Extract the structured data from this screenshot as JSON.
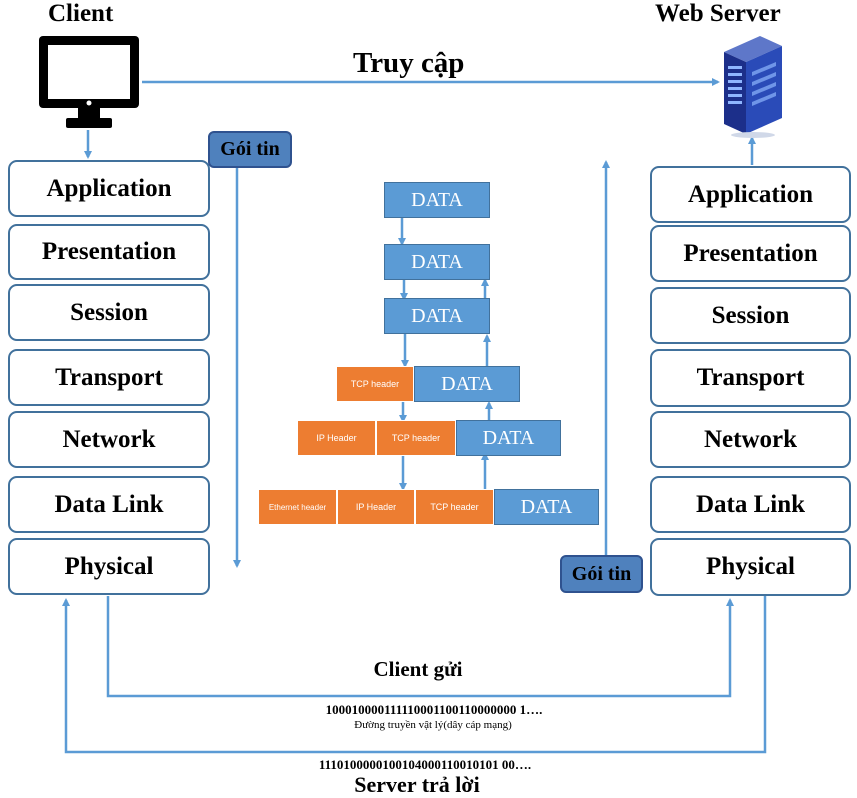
{
  "client_title": "Client",
  "server_title": "Web Server",
  "access_label": "Truy cập",
  "packet_label": "Gói tin",
  "client_layers": [
    "Application",
    "Presentation",
    "Session",
    "Transport",
    "Network",
    "Data Link",
    "Physical"
  ],
  "server_layers": [
    "Application",
    "Presentation",
    "Session",
    "Transport",
    "Network",
    "Data Link",
    "Physical"
  ],
  "encapsulation": {
    "data": "DATA",
    "tcp_header": "TCP header",
    "ip_header": "IP Header",
    "ethernet_header": "Ethernet header"
  },
  "bottom": {
    "client_sends": "Client gửi",
    "bits_sent": "100010000111110001100110000000 1….",
    "medium": "Đường truyền vật lý(dây cáp mạng)",
    "bits_reply": "1110100000100104000110010101 00….",
    "server_replies": "Server trả lời"
  },
  "colors": {
    "line": "#5b9bd5",
    "layer_border": "#41719c",
    "data_fill": "#5b9bd5",
    "header_fill": "#ed7d31",
    "tag_fill": "#4f81bd"
  }
}
